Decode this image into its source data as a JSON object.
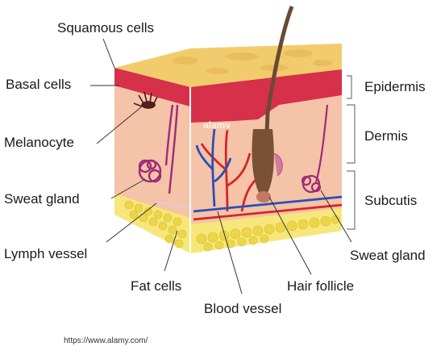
{
  "labels": {
    "squamous_cells": "Squamous cells",
    "basal_cells": "Basal cells",
    "melanocyte": "Melanocyte",
    "sweat_gland_left": "Sweat gland",
    "lymph_vessel": "Lymph vessel",
    "fat_cells": "Fat cells",
    "blood_vessel": "Blood vessel",
    "hair_follicle": "Hair follicle",
    "sweat_gland_right": "Sweat gland",
    "epidermis": "Epidermis",
    "dermis": "Dermis",
    "subcutis": "Subcutis"
  },
  "watermark": "alamy",
  "source_url": "https://www.alamy.com/",
  "colors": {
    "surface": "#f2cc6c",
    "epidermis": "#d6304a",
    "dermis": "#f4c3a8",
    "fat": "#f7e77a",
    "vein": "#2a50b8",
    "artery": "#d42626",
    "hair": "#6b4a33",
    "gland": "#a02a78"
  }
}
